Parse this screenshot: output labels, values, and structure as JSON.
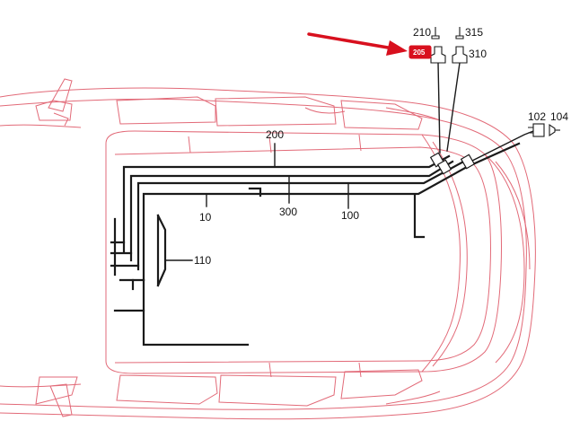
{
  "diagram": {
    "labels": {
      "l210": "210",
      "l315": "315",
      "l205": "205",
      "l310": "310",
      "l200": "200",
      "l102": "102",
      "l104": "104",
      "l10": "10",
      "l300": "300",
      "l100": "100",
      "l110": "110"
    },
    "highlighted_component": "205",
    "colors": {
      "outline": "#e26a78",
      "harness": "#1a1a1a",
      "highlight": "#d8101e",
      "arrow": "#d8101e"
    },
    "icons": {
      "l210": "connector-icon",
      "l315": "connector-icon",
      "l310": "connector-icon",
      "l205": "connector-icon",
      "l102": "connector-icon",
      "l104": "connector-icon"
    }
  }
}
